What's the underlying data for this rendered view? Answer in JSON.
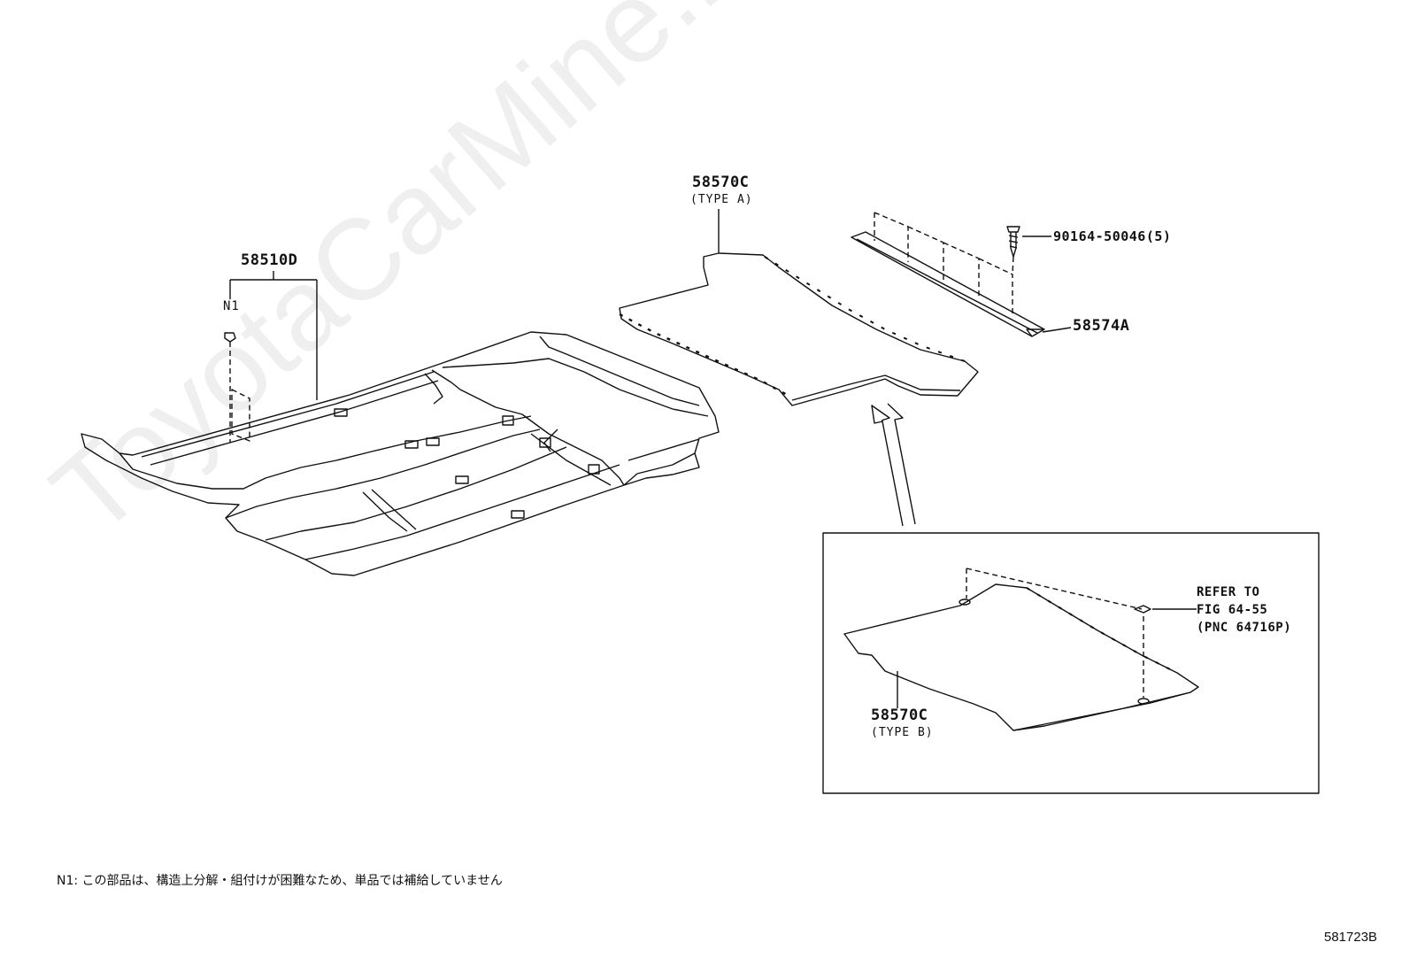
{
  "callouts": {
    "floor_carpet": "58510D",
    "n1_marker": "N1",
    "mat_type_a_part": "58570C",
    "mat_type_a_variant": "(TYPE A)",
    "screw_part": "90164-50046(5)",
    "retainer_part": "58574A",
    "mat_type_b_part": "58570C",
    "mat_type_b_variant": "(TYPE B)"
  },
  "reference": {
    "line1": "REFER TO",
    "line2": "FIG 64-55",
    "line3": "(PNC 64716P)"
  },
  "footnote": "N1: この部品は、構造上分解・組付けが困難なため、単品では補給していません",
  "figure_id": "581723B",
  "watermark": "ToyotaCarMine.ru"
}
